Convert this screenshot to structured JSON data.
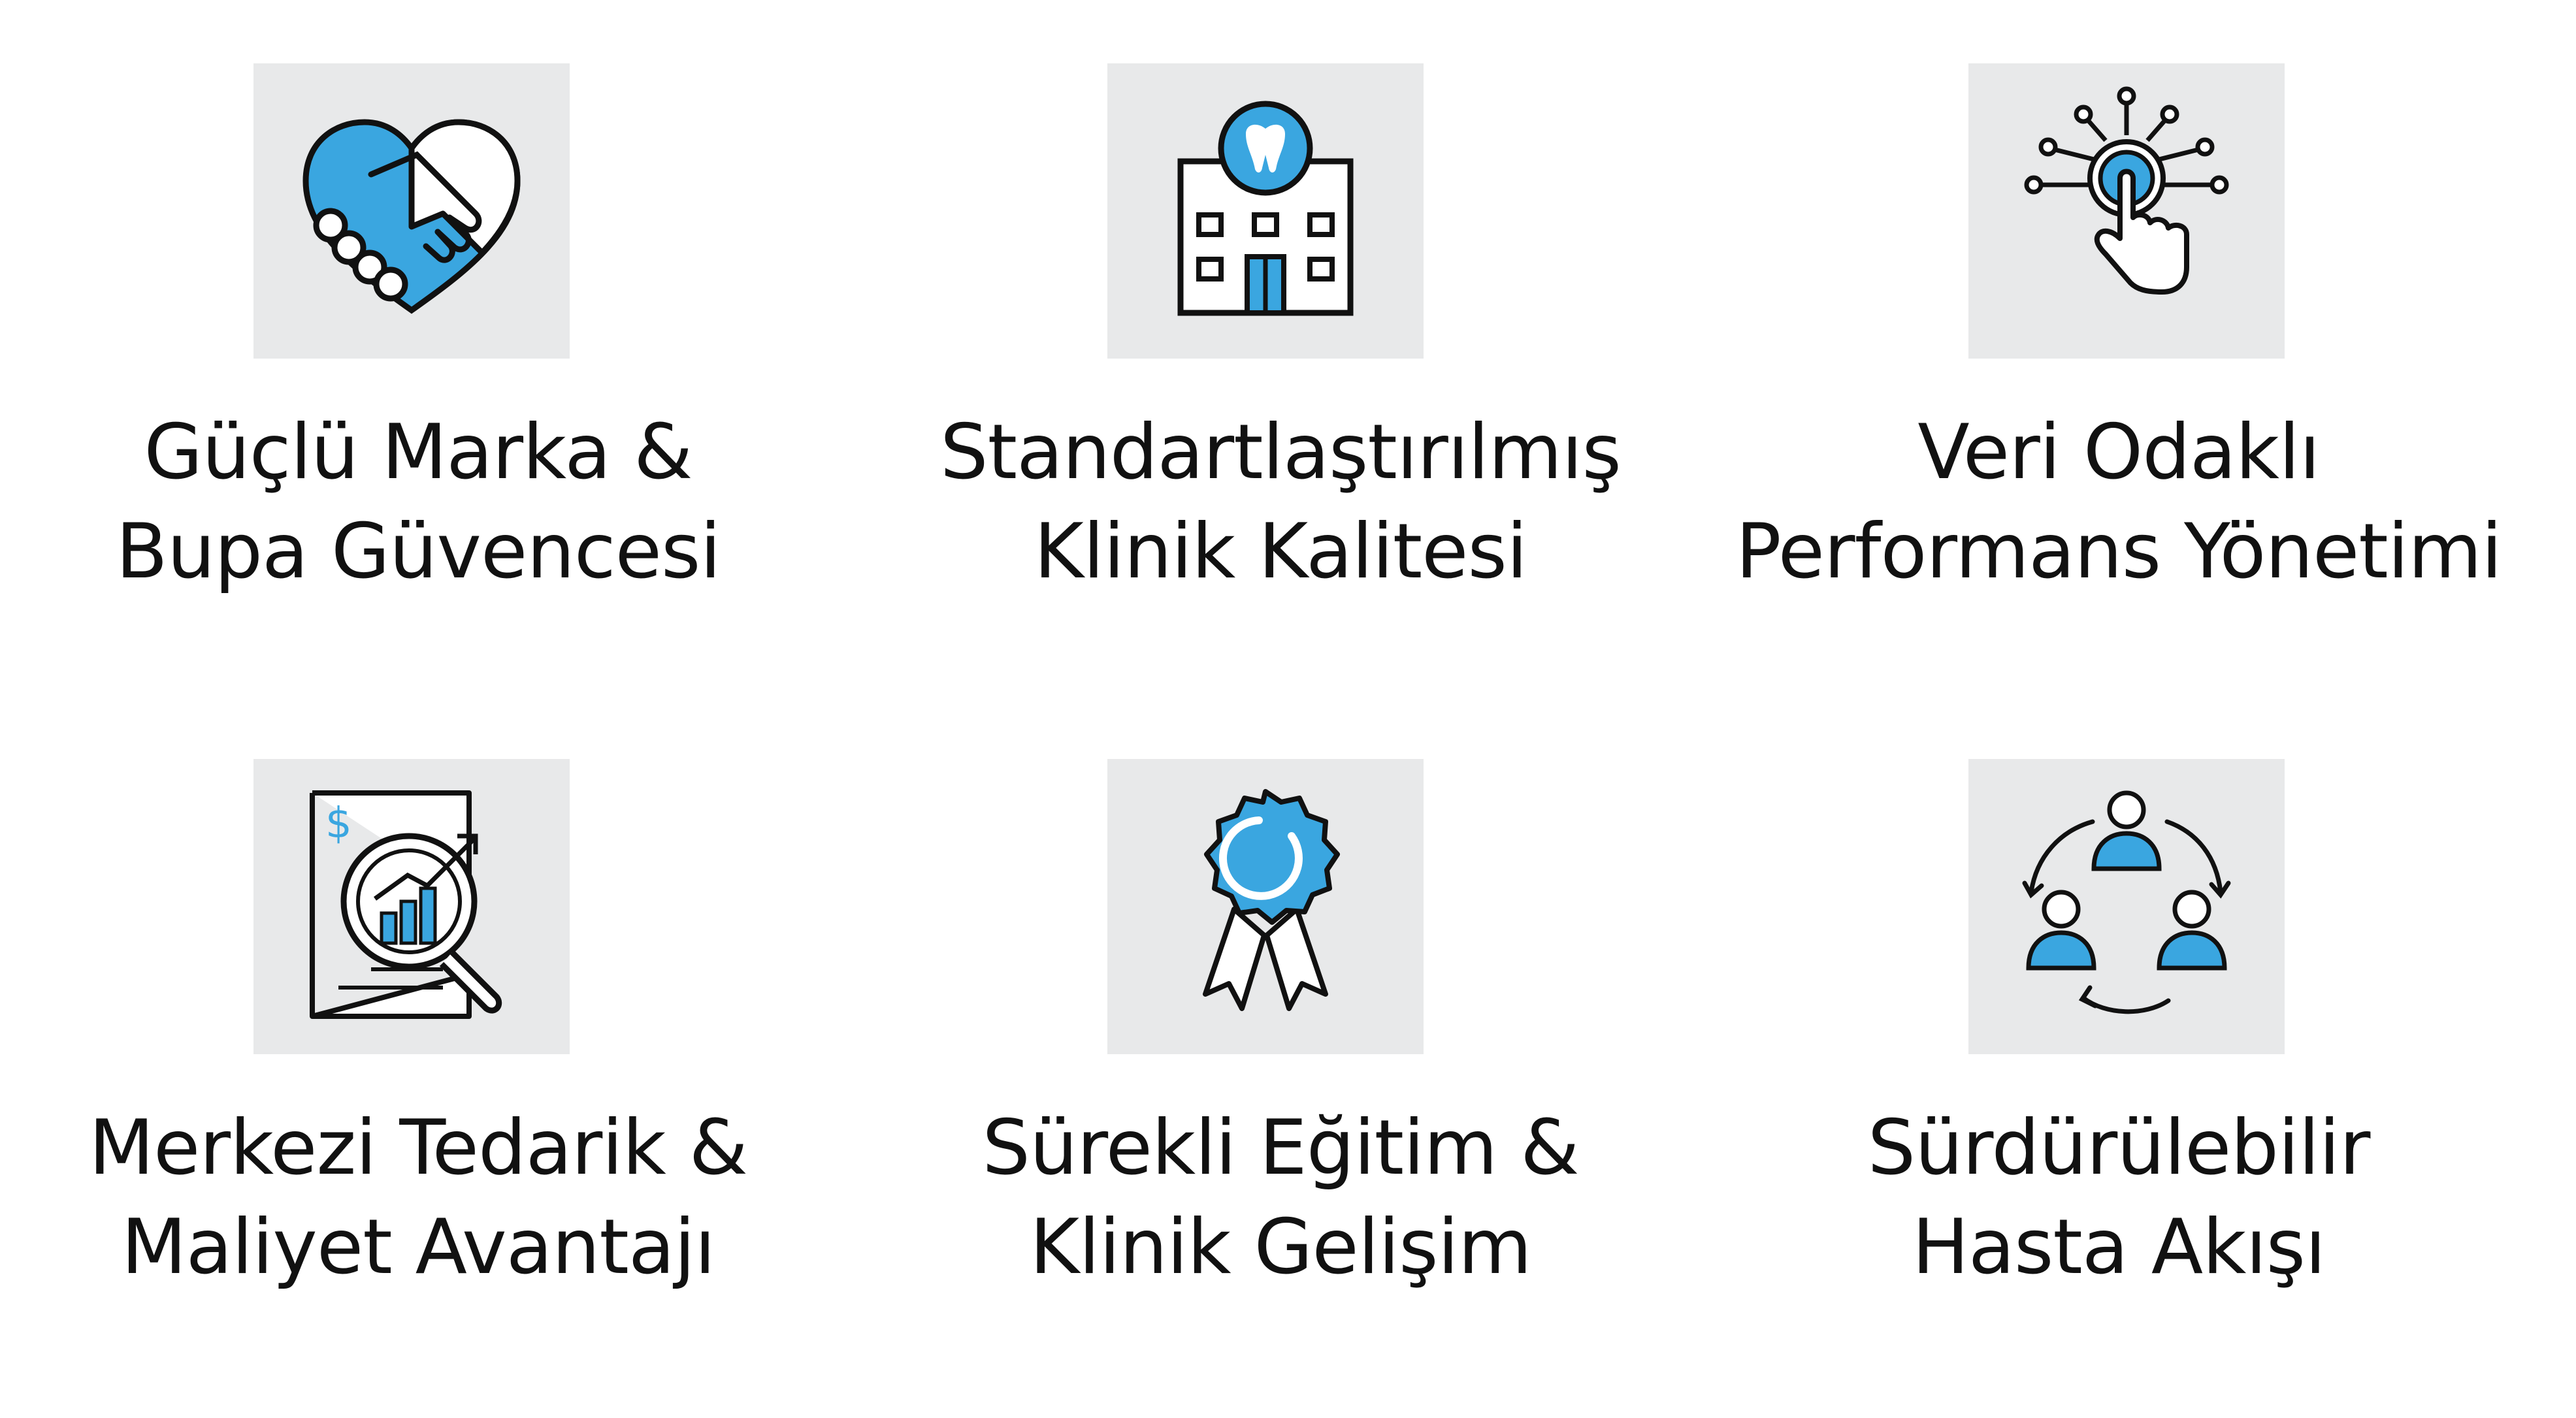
{
  "palette": {
    "accent": "#3aa6e0",
    "tile": "#e8e9ea",
    "stroke": "#111111",
    "background": "#ffffff"
  },
  "features": [
    {
      "icon": "handshake-heart-icon",
      "lines": [
        "Güçlü Marka &",
        "Bupa Güvencesi"
      ]
    },
    {
      "icon": "dental-clinic-building-icon",
      "lines": [
        "Standartlaştırılmış",
        "Klinik Kalitesi"
      ]
    },
    {
      "icon": "touch-network-icon",
      "lines": [
        "Veri Odaklı",
        "Performans Yönetimi"
      ]
    },
    {
      "icon": "financial-report-magnifier-icon",
      "lines": [
        "Merkezi Tedarik &",
        "Maliyet Avantajı"
      ]
    },
    {
      "icon": "award-rosette-icon",
      "lines": [
        "Sürekli Eğitim &",
        "Klinik Gelişim"
      ]
    },
    {
      "icon": "patient-flow-cycle-icon",
      "lines": [
        "Sürdürülebilir",
        "Hasta Akışı"
      ]
    }
  ]
}
